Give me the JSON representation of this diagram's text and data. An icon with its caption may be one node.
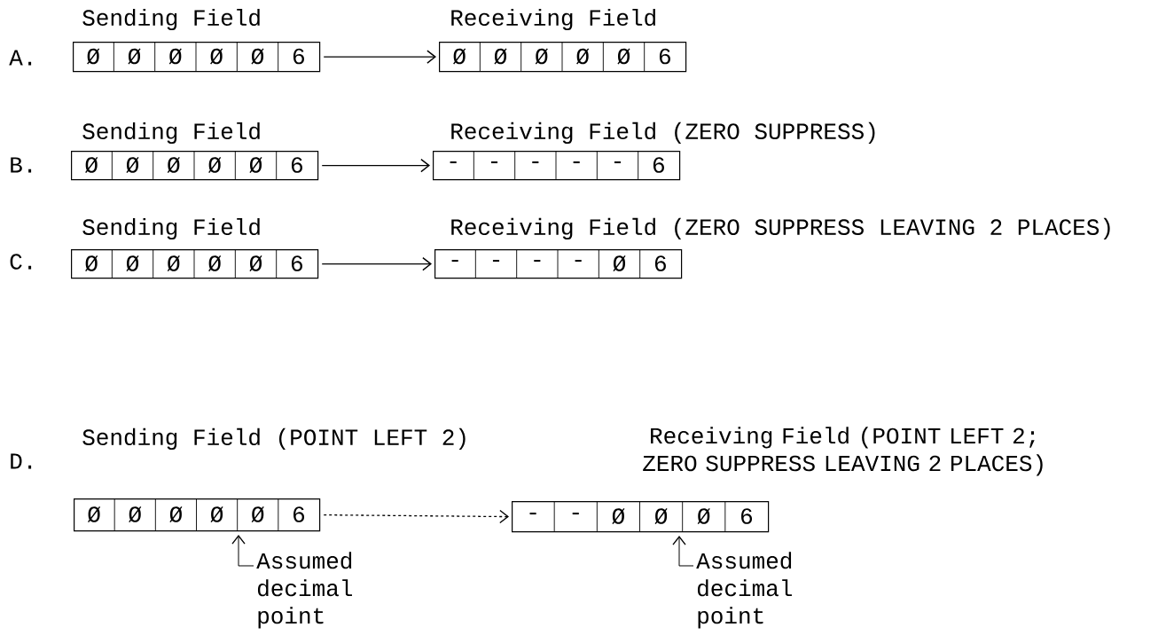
{
  "diagram": {
    "nodes": [
      {
        "text": [
          "Sending Field",
          "Ø",
          "Ø",
          "Ø",
          "Ø",
          "Ø",
          "6"
        ]
      },
      {
        "text": [
          "Receiving Field",
          "Ø",
          "Ø",
          "Ø",
          "Ø",
          "Ø",
          "6"
        ]
      },
      {
        "text": [
          "Sending Field",
          "Ø",
          "Ø",
          "Ø",
          "Ø",
          "Ø",
          "6"
        ]
      },
      {
        "text": [
          "Receiving Field (ZERO SUPPRESS)",
          "-",
          "-",
          "-",
          "-",
          "-",
          "6"
        ]
      },
      {
        "text": [
          "Sending Field",
          "Ø",
          "Ø",
          "Ø",
          "Ø",
          "Ø",
          "6"
        ]
      },
      {
        "text": [
          "Receiving Field (ZERO SUPPRESS LEAVING 2 PLACES)",
          "-",
          "-",
          "-",
          "-",
          "Ø",
          "6"
        ]
      },
      {
        "text": [
          "Sending Field (POINT LEFT 2)",
          "Ø",
          "Ø",
          "Ø",
          "Ø",
          "Ø",
          "6"
        ]
      },
      {
        "text": [
          "Receiving Field (POINT LEFT 2; ZERO SUPPRESS LEAVING 2 PLACES)",
          "-",
          "-",
          "Ø",
          "Ø",
          "Ø",
          "6"
        ]
      },
      {
        "text": [
          "Assumed decimal point"
        ]
      },
      {
        "text": [
          "Assumed decimal point"
        ]
      }
    ],
    "edges": [
      {
        "from": 0,
        "to": 1,
        "arrow": "to"
      },
      {
        "from": 2,
        "to": 3,
        "arrow": "to"
      },
      {
        "from": 4,
        "to": 5,
        "arrow": "to"
      },
      {
        "from": 6,
        "to": 7,
        "arrow": "to",
        "style": "dashed"
      },
      {
        "from": 8,
        "to": null,
        "arrow": "to"
      },
      {
        "from": 9,
        "to": null,
        "arrow": "to"
      }
    ],
    "labels": [
      "A.",
      "B.",
      "C.",
      "D."
    ]
  }
}
